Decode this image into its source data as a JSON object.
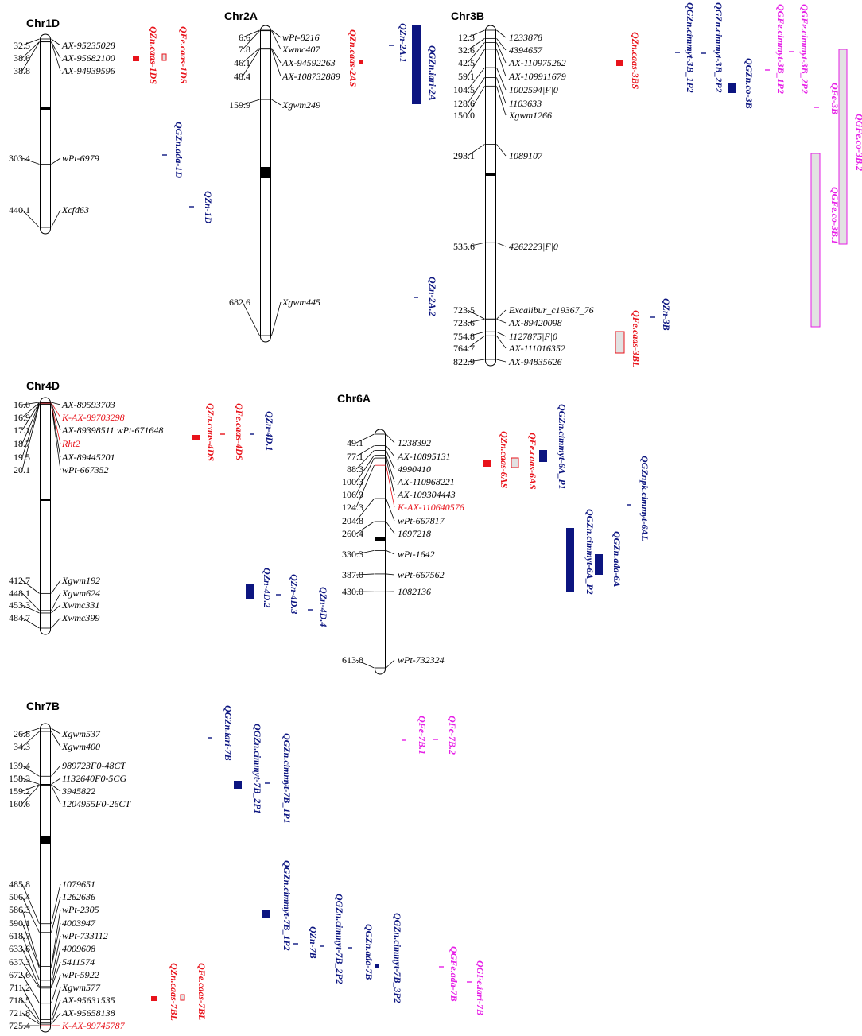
{
  "colors": {
    "red": "#e8131b",
    "navy": "#0c1580",
    "magenta": "#e61ee6",
    "black": "#000000",
    "box_fill": "#e2e2e2"
  },
  "chromosomes": [
    {
      "name": "Chr1D",
      "markers": [
        {
          "pos": "32.5",
          "name": "AX-95235028"
        },
        {
          "pos": "38.6",
          "name": "AX-95682100"
        },
        {
          "pos": "38.8",
          "name": "AX-94939596"
        },
        {
          "pos": "303.4",
          "name": "wPt-6979"
        },
        {
          "pos": "440.1",
          "name": "Xcfd63"
        }
      ],
      "qtl": [
        {
          "label": "QZn.caas-1DS",
          "color": "red"
        },
        {
          "label": "QFe.caas-1DS",
          "color": "red"
        },
        {
          "label": "QGZn.ada-1D",
          "color": "navy"
        },
        {
          "label": "QZn-1D",
          "color": "navy"
        }
      ]
    },
    {
      "name": "Chr2A",
      "markers": [
        {
          "pos": "6.6",
          "name": "wPt-8216"
        },
        {
          "pos": "7.8",
          "name": "Xwmc407"
        },
        {
          "pos": "46.1",
          "name": "AX-94592263"
        },
        {
          "pos": "48.4",
          "name": "AX-108732889"
        },
        {
          "pos": "159.9",
          "name": "Xgwm249"
        },
        {
          "pos": "682.6",
          "name": "Xgwm445"
        }
      ],
      "qtl": [
        {
          "label": "QZn.caas-2AS",
          "color": "red"
        },
        {
          "label": "QZn-2A.1",
          "color": "navy"
        },
        {
          "label": "QGZn.iari-2A",
          "color": "navy"
        },
        {
          "label": "QZn-2A.2",
          "color": "navy"
        }
      ]
    },
    {
      "name": "Chr3B",
      "markers": [
        {
          "pos": "12.3",
          "name": "1233878"
        },
        {
          "pos": "32.6",
          "name": "4394657"
        },
        {
          "pos": "42.5",
          "name": "AX-110975262"
        },
        {
          "pos": "59.1",
          "name": "AX-109911679"
        },
        {
          "pos": "104.5",
          "name": "1002594|F|0"
        },
        {
          "pos": "128.6",
          "name": "1103633"
        },
        {
          "pos": "150.0",
          "name": "Xgwm1266"
        },
        {
          "pos": "293.1",
          "name": "1089107"
        },
        {
          "pos": "535.6",
          "name": "4262223|F|0"
        },
        {
          "pos": "723.5",
          "name": "Excalibur_c19367_76"
        },
        {
          "pos": "723.6",
          "name": "AX-89420098"
        },
        {
          "pos": "754.8",
          "name": "1127875|F|0"
        },
        {
          "pos": "764.7",
          "name": "AX-111016352"
        },
        {
          "pos": "822.9",
          "name": "AX-94835626"
        }
      ],
      "qtl": [
        {
          "label": "QZn.caas-3BS",
          "color": "red"
        },
        {
          "label": "QGZn.cimmyt-3B_1P2",
          "color": "navy"
        },
        {
          "label": "QGZn.cimmyt-3B_2P2",
          "color": "navy"
        },
        {
          "label": "QGZn.co-3B",
          "color": "navy"
        },
        {
          "label": "QGFe.cimmyt-3B_1P2",
          "color": "magenta"
        },
        {
          "label": "QGFe.cimmyt-3B_2P2",
          "color": "magenta"
        },
        {
          "label": "QFe-3B",
          "color": "magenta"
        },
        {
          "label": "QGFe.co-3B.2",
          "color": "magenta"
        },
        {
          "label": "QGFe.co-3B.1",
          "color": "magenta"
        },
        {
          "label": "QZn-3B",
          "color": "navy"
        },
        {
          "label": "QFe.caas-3BL",
          "color": "red"
        }
      ]
    },
    {
      "name": "Chr4D",
      "markers": [
        {
          "pos": "16.0",
          "name": "AX-89593703"
        },
        {
          "pos": "16.9",
          "name": "K-AX-89703298"
        },
        {
          "pos": "17.1",
          "name": "AX-89398511 wPt-671648"
        },
        {
          "pos": "18.7",
          "name": "Rht2"
        },
        {
          "pos": "19.5",
          "name": "AX-89445201"
        },
        {
          "pos": "20.1",
          "name": "wPt-667352"
        },
        {
          "pos": "412.7",
          "name": "Xgwm192"
        },
        {
          "pos": "448.1",
          "name": "Xgwm624"
        },
        {
          "pos": "453.3",
          "name": "Xwmc331"
        },
        {
          "pos": "484.7",
          "name": "Xwmc399"
        }
      ],
      "qtl": [
        {
          "label": "QZn.caas-4DS",
          "color": "red"
        },
        {
          "label": "QFe.caas-4DS",
          "color": "red"
        },
        {
          "label": "QZn-4D.1",
          "color": "navy"
        },
        {
          "label": "QZn-4D.2",
          "color": "navy"
        },
        {
          "label": "QZn-4D.3",
          "color": "navy"
        },
        {
          "label": "QZn-4D.4",
          "color": "navy"
        }
      ]
    },
    {
      "name": "Chr6A",
      "markers": [
        {
          "pos": "49.1",
          "name": "1238392"
        },
        {
          "pos": "77.1",
          "name": "AX-10895131"
        },
        {
          "pos": "88.3",
          "name": "4990410"
        },
        {
          "pos": "100.3",
          "name": "AX-110968221"
        },
        {
          "pos": "106.9",
          "name": "AX-109304443"
        },
        {
          "pos": "124.3",
          "name": "K-AX-110640576"
        },
        {
          "pos": "204.8",
          "name": "wPt-667817"
        },
        {
          "pos": "260.4",
          "name": "1697218"
        },
        {
          "pos": "330.3",
          "name": "wPt-1642"
        },
        {
          "pos": "387.0",
          "name": "wPt-667562"
        },
        {
          "pos": "430.0",
          "name": "1082136"
        },
        {
          "pos": "613.8",
          "name": "wPt-732324"
        }
      ],
      "qtl": [
        {
          "label": "QZn.caas-6AS",
          "color": "red"
        },
        {
          "label": "QFe.caas-6AS",
          "color": "red"
        },
        {
          "label": "QGZn.cimmyt-6A_P1",
          "color": "navy"
        },
        {
          "label": "QGZnpk.cimmyt-6AL",
          "color": "navy"
        },
        {
          "label": "QGZn.cimmyt-6A_P2",
          "color": "navy"
        },
        {
          "label": "QGZn.ada-6A",
          "color": "navy"
        }
      ]
    },
    {
      "name": "Chr7B",
      "markers": [
        {
          "pos": "26.8",
          "name": "Xgwm537"
        },
        {
          "pos": "34.3",
          "name": "Xgwm400"
        },
        {
          "pos": "139.4",
          "name": "989723F0-48CT"
        },
        {
          "pos": "158.3",
          "name": "1132640F0-5CG"
        },
        {
          "pos": "159.2",
          "name": "3945822"
        },
        {
          "pos": "160.6",
          "name": "1204955F0-26CT"
        },
        {
          "pos": "485.8",
          "name": "1079651"
        },
        {
          "pos": "506.4",
          "name": "1262636"
        },
        {
          "pos": "586.3",
          "name": "wPt-2305"
        },
        {
          "pos": "590.1",
          "name": "4003947"
        },
        {
          "pos": "618.7",
          "name": "wPt-733112"
        },
        {
          "pos": "633.6",
          "name": "4009608"
        },
        {
          "pos": "637.3",
          "name": "5411574"
        },
        {
          "pos": "672.6",
          "name": "wPt-5922"
        },
        {
          "pos": "711.2",
          "name": "Xgwm577"
        },
        {
          "pos": "718.5",
          "name": "AX-95631535"
        },
        {
          "pos": "721.8",
          "name": "AX-95658138"
        },
        {
          "pos": "725.4",
          "name": "K-AX-89745787"
        }
      ],
      "qtl": [
        {
          "label": "QGZn.iari-7B",
          "color": "navy"
        },
        {
          "label": "QGZn.cimmyt-7B_2P1",
          "color": "navy"
        },
        {
          "label": "QGZn.cimmyt-7B_1P1",
          "color": "navy"
        },
        {
          "label": "QFe-7B.1",
          "color": "magenta"
        },
        {
          "label": "QFe-7B.2",
          "color": "magenta"
        },
        {
          "label": "QGZn.cimmyt-7B_1P2",
          "color": "navy"
        },
        {
          "label": "QZn-7B",
          "color": "navy"
        },
        {
          "label": "QGZn.cimmyt-7B_2P2",
          "color": "navy"
        },
        {
          "label": "QGZn.ada-7B",
          "color": "navy"
        },
        {
          "label": "QGZn.cimmyt-7B_3P2",
          "color": "navy"
        },
        {
          "label": "QGFe.ada-7B",
          "color": "magenta"
        },
        {
          "label": "QGFe.iari-7B",
          "color": "magenta"
        },
        {
          "label": "QZn.caas-7BL",
          "color": "red"
        },
        {
          "label": "QFe.caas-7BL",
          "color": "red"
        }
      ]
    }
  ]
}
